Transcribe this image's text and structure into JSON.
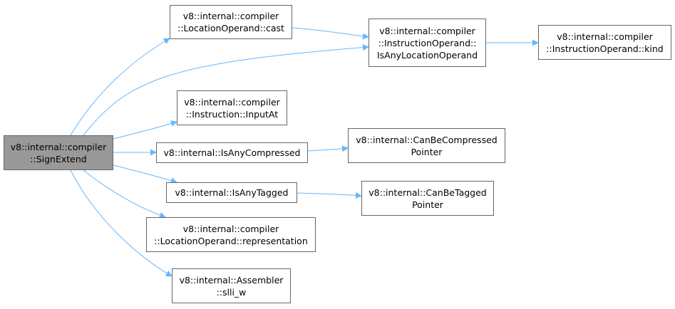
{
  "colors": {
    "edge": "#63b8ff",
    "node_border": "#666666",
    "root_fill": "#999999",
    "node_fill": "#ffffff"
  },
  "nodes": {
    "sign_extend": {
      "lines": [
        "v8::internal::compiler",
        "::SignExtend"
      ]
    },
    "location_operand_cast": {
      "lines": [
        "v8::internal::compiler",
        "::LocationOperand::cast"
      ]
    },
    "is_any_location_operand": {
      "lines": [
        "v8::internal::compiler",
        "::InstructionOperand::",
        "IsAnyLocationOperand"
      ]
    },
    "instruction_operand_kind": {
      "lines": [
        "v8::internal::compiler",
        "::InstructionOperand::kind"
      ]
    },
    "instruction_input_at": {
      "lines": [
        "v8::internal::compiler",
        "::Instruction::InputAt"
      ]
    },
    "is_any_compressed": {
      "lines": [
        "v8::internal::IsAnyCompressed"
      ]
    },
    "can_be_compressed_pointer": {
      "lines": [
        "v8::internal::CanBeCompressed",
        "Pointer"
      ]
    },
    "is_any_tagged": {
      "lines": [
        "v8::internal::IsAnyTagged"
      ]
    },
    "can_be_tagged_pointer": {
      "lines": [
        "v8::internal::CanBeTagged",
        "Pointer"
      ]
    },
    "location_operand_representation": {
      "lines": [
        "v8::internal::compiler",
        "::LocationOperand::representation"
      ]
    },
    "assembler_slli_w": {
      "lines": [
        "v8::internal::Assembler",
        "::slli_w"
      ]
    }
  },
  "edges": [
    [
      "sign_extend",
      "location_operand_cast"
    ],
    [
      "sign_extend",
      "is_any_location_operand"
    ],
    [
      "location_operand_cast",
      "is_any_location_operand"
    ],
    [
      "is_any_location_operand",
      "instruction_operand_kind"
    ],
    [
      "sign_extend",
      "instruction_input_at"
    ],
    [
      "sign_extend",
      "is_any_compressed"
    ],
    [
      "is_any_compressed",
      "can_be_compressed_pointer"
    ],
    [
      "sign_extend",
      "is_any_tagged"
    ],
    [
      "is_any_tagged",
      "can_be_tagged_pointer"
    ],
    [
      "sign_extend",
      "location_operand_representation"
    ],
    [
      "sign_extend",
      "assembler_slli_w"
    ]
  ]
}
